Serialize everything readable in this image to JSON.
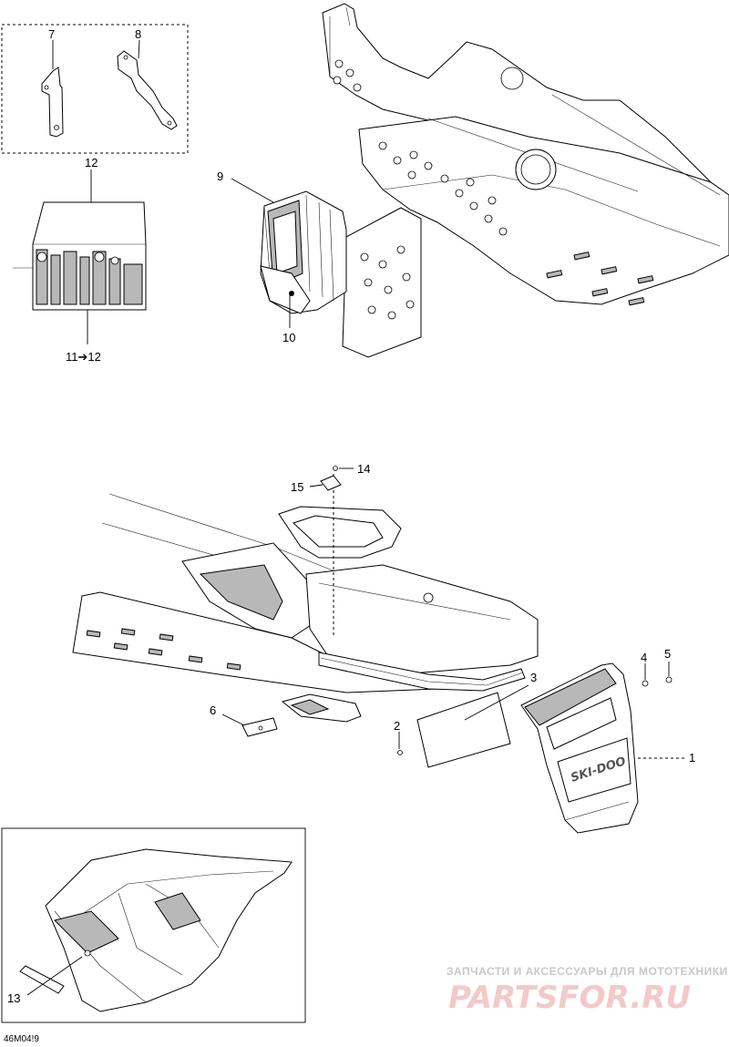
{
  "callouts": {
    "c1": "1",
    "c2": "2",
    "c3": "3",
    "c4": "4",
    "c5": "5",
    "c6": "6",
    "c7": "7",
    "c8": "8",
    "c9": "9",
    "c10": "10",
    "c11_12": "11➔12",
    "c12": "12",
    "c13": "13",
    "c14": "14",
    "c15": "15"
  },
  "mudflap_logo": "SKI-DOO",
  "watermark": {
    "line1": "ЗАПЧАСТИ И АКСЕССУАРЫ ДЛЯ МОТОТЕХНИКИ",
    "line2": "PARTSFOR.RU"
  },
  "diagram_code": "46M04!9"
}
